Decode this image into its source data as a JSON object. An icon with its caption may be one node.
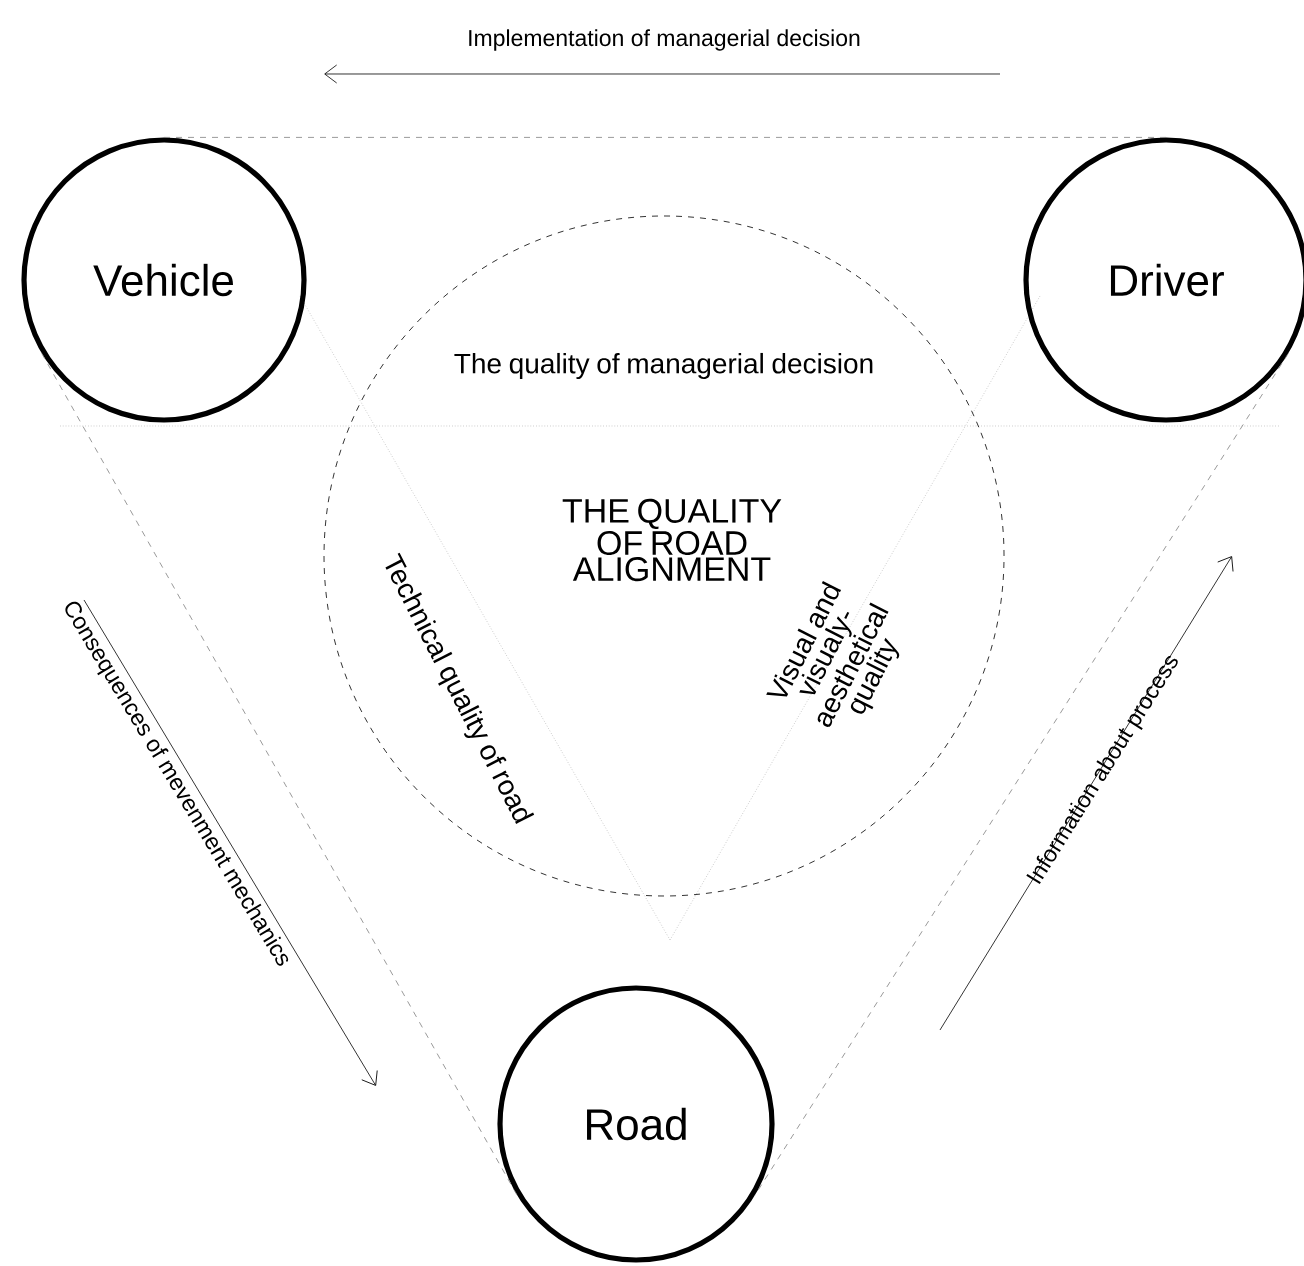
{
  "diagram": {
    "nodes": [
      {
        "text": [
          "Vehicle"
        ]
      },
      {
        "text": [
          "Driver"
        ]
      },
      {
        "text": [
          "The quality of managerial decision",
          "THE QUALITY OF ROAD ALIGNMENT",
          "Technical quality of road",
          "Visual and visualy- aesthetical quality"
        ]
      },
      {
        "text": [
          "Road"
        ]
      }
    ],
    "edges": [
      {
        "from": 0,
        "to": 1,
        "arrow": "none",
        "style": "dashed"
      },
      {
        "from": 0,
        "to": 3,
        "arrow": "none",
        "style": "dashed"
      },
      {
        "from": 1,
        "to": 3,
        "arrow": "none",
        "style": "dashed"
      }
    ],
    "labels": [
      "Implementation of managerial decision",
      "Consequences of mevenment mechanics",
      "Information about process"
    ]
  }
}
